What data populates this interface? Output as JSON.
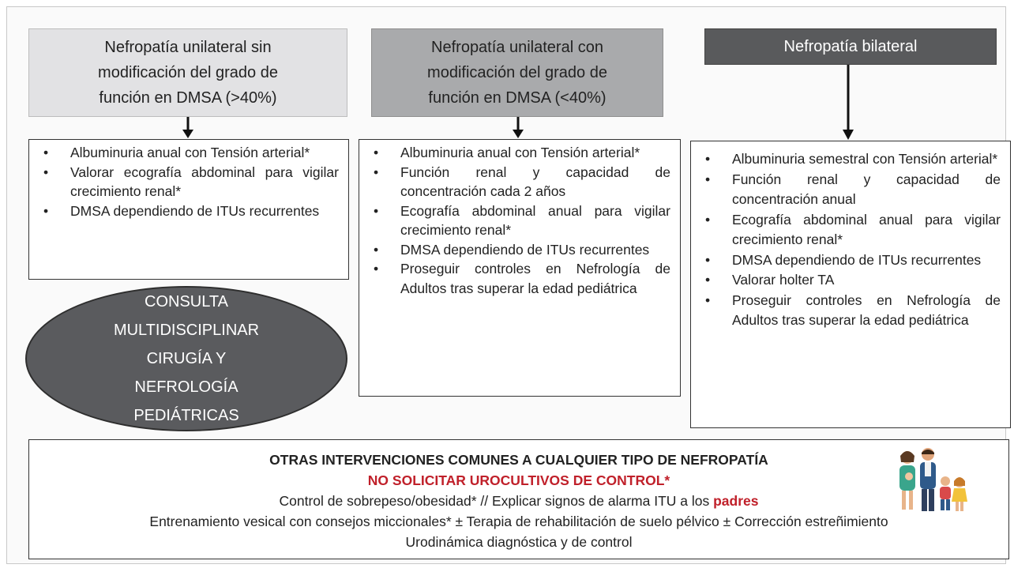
{
  "headers": {
    "unilateral_sin": {
      "lines": [
        "Nefropatía unilateral sin",
        "modificación del grado de",
        "función en DMSA (>40%)"
      ]
    },
    "unilateral_con": {
      "lines": [
        "Nefropatía unilateral con",
        "modificación del grado de",
        "función en DMSA (<40%)"
      ]
    },
    "bilateral": {
      "lines": [
        "Nefropatía bilateral"
      ]
    }
  },
  "lists": {
    "unilateral_sin": [
      "Albuminuria anual con Tensión arterial*",
      "Valorar ecografía abdominal para vigilar crecimiento renal*",
      "DMSA dependiendo de ITUs recurrentes"
    ],
    "unilateral_con": [
      "Albuminuria anual con Tensión arterial*",
      "Función renal y capacidad de concentración cada 2 años",
      "Ecografía abdominal anual para vigilar crecimiento renal*",
      "DMSA dependiendo de ITUs recurrentes",
      "Proseguir controles en Nefrología de Adultos tras superar la edad pediátrica"
    ],
    "bilateral": [
      "Albuminuria semestral con Tensión arterial*",
      "Función renal y capacidad de concentración anual",
      "Ecografía abdominal anual para vigilar crecimiento renal*",
      "DMSA dependiendo de ITUs recurrentes",
      "Valorar holter TA",
      "Proseguir controles en Nefrología de Adultos tras superar la edad pediátrica"
    ]
  },
  "consult": {
    "lines": [
      "CONSULTA",
      "MULTIDISCIPLINAR",
      "CIRUGÍA Y",
      "NEFROLOGÍA",
      "PEDIÁTRICAS"
    ]
  },
  "common": {
    "title": "OTRAS INTERVENCIONES COMUNES A CUALQUIER TIPO DE NEFROPATÍA",
    "warning": "NO SOLICITAR UROCULTIVOS DE CONTROL*",
    "line3_prefix": "Control de sobrepeso/obesidad* // Explicar signos de alarma ITU a los ",
    "line3_emph": "padres",
    "line4": "Entrenamiento vesical con consejos miccionales* ± Terapia de rehabilitación de suelo pélvico ± Corrección estreñimiento",
    "line5": "Urodinámica diagnóstica y de control",
    "image_icon": "family-icon"
  },
  "colors": {
    "header_light": "#e2e2e4",
    "header_mid": "#a9aaac",
    "header_dark": "#595a5c",
    "ellipse": "#5a5b5e",
    "accent_red": "#c0202a"
  }
}
